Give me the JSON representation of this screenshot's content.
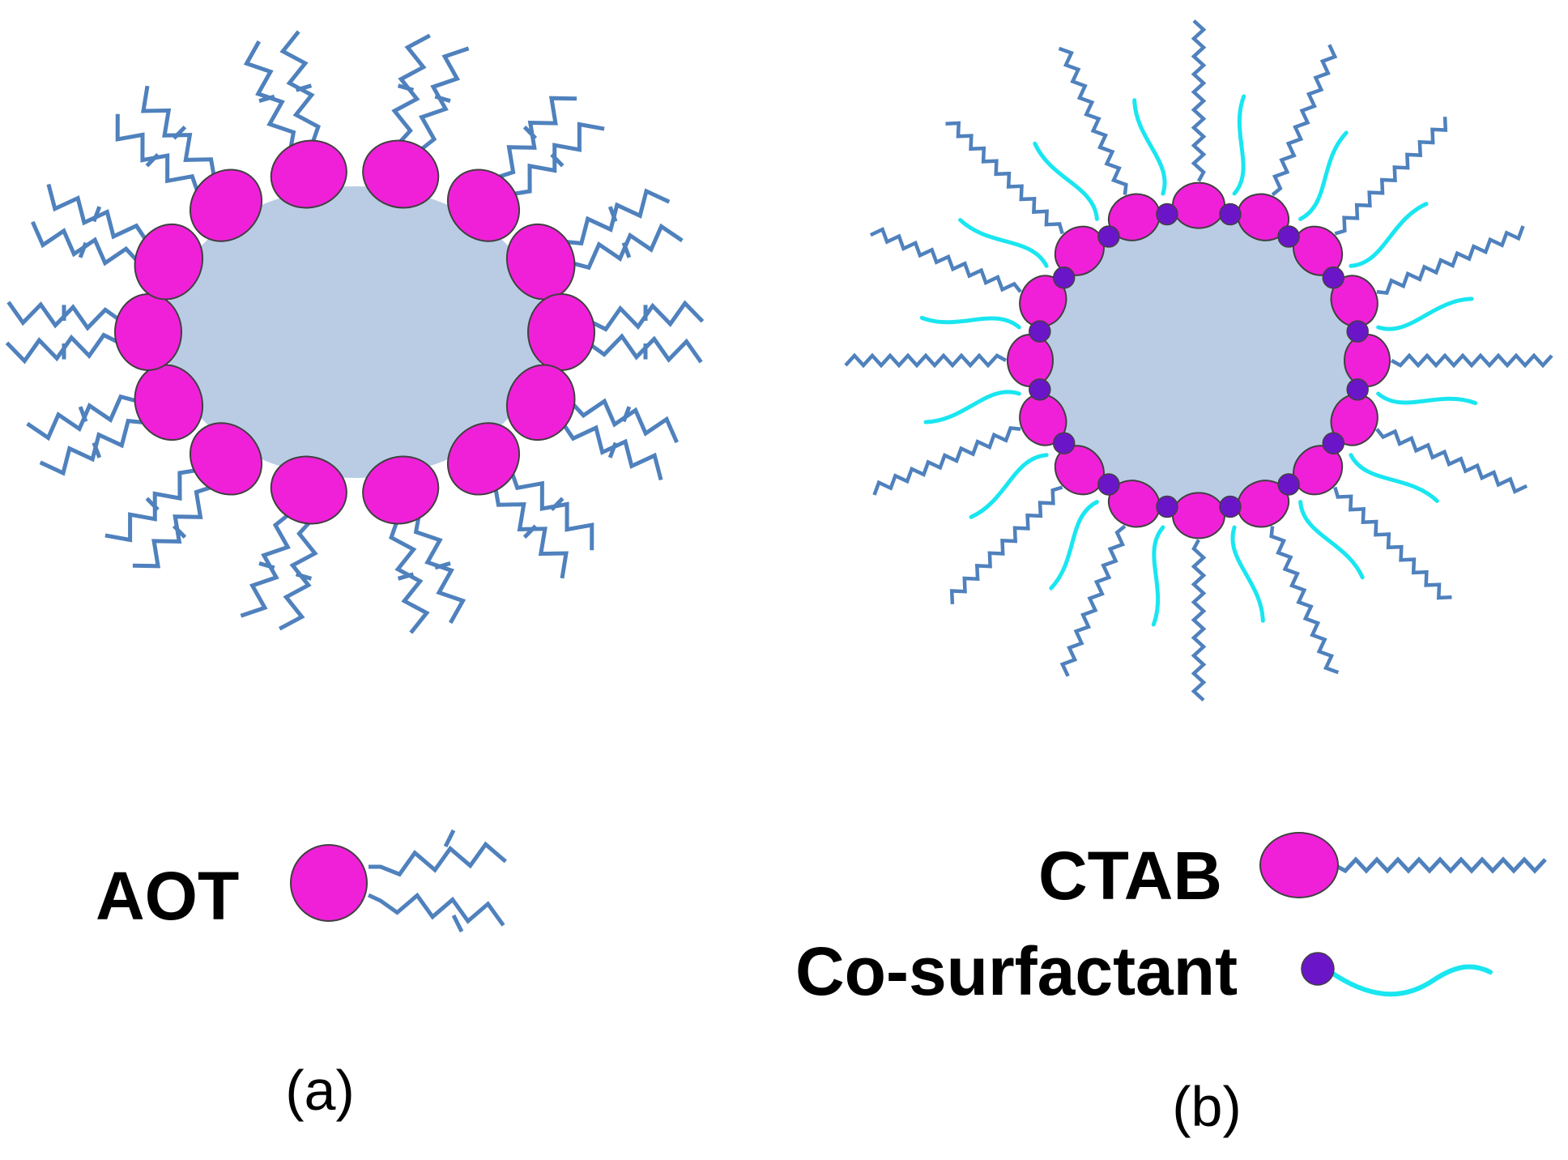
{
  "panels": {
    "a": {
      "caption": "(a)",
      "legend_label": "AOT"
    },
    "b": {
      "caption": "(b)",
      "legend_ctab_label": "CTAB",
      "legend_cosurf_label": "Co-surfactant"
    }
  },
  "colors": {
    "core": "#b9cce4",
    "head_group": "#f020d8",
    "cosurfactant_head": "#6a16c8",
    "alkyl_tail": "#4f81bd",
    "cosurfactant_tail": "#19e6f0",
    "outline": "#404040"
  }
}
